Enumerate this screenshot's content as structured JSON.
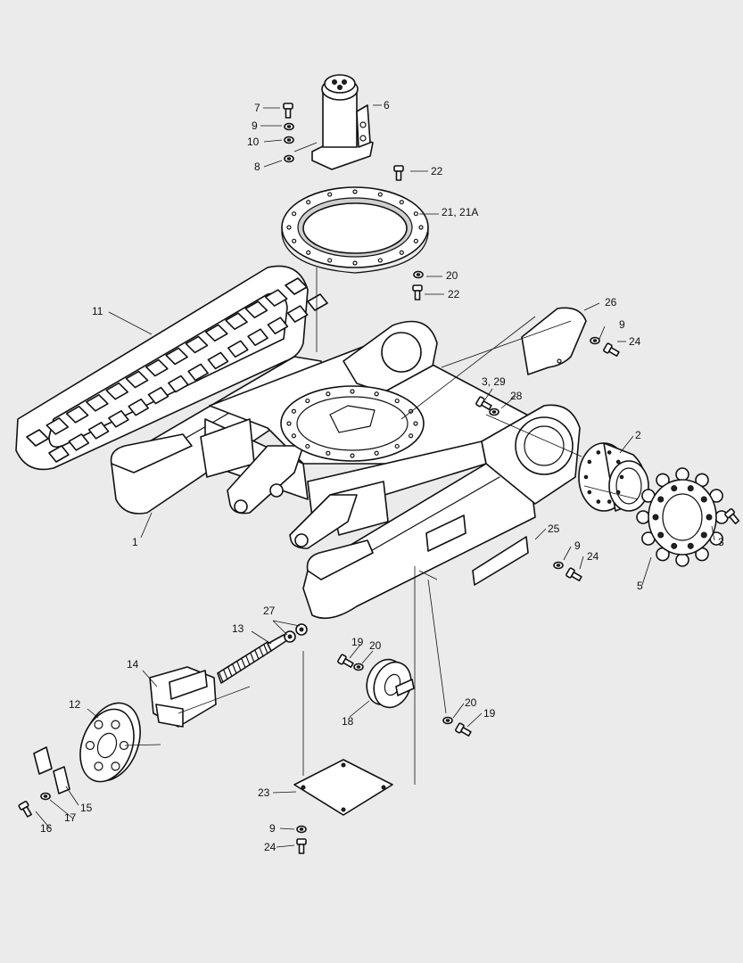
{
  "callouts": {
    "c1": "1",
    "c2": "2",
    "c3": "3",
    "c3_29": "3, 29",
    "c5": "5",
    "c6": "6",
    "c7": "7",
    "c8": "8",
    "c9a": "9",
    "c9b": "9",
    "c9c": "9",
    "c9d": "9",
    "c10": "10",
    "c11": "11",
    "c12": "12",
    "c13": "13",
    "c14": "14",
    "c15": "15",
    "c16": "16",
    "c17": "17",
    "c18": "18",
    "c19a": "19",
    "c19b": "19",
    "c20a": "20",
    "c20b": "20",
    "c20c": "20",
    "c21": "21, 21A",
    "c22a": "22",
    "c22b": "22",
    "c23": "23",
    "c24a": "24",
    "c24b": "24",
    "c24c": "24",
    "c25": "25",
    "c26": "26",
    "c27": "27",
    "c28": "28"
  },
  "colors": {
    "background": "#ebebeb",
    "line": "#111111",
    "part_fill": "#ffffff"
  }
}
